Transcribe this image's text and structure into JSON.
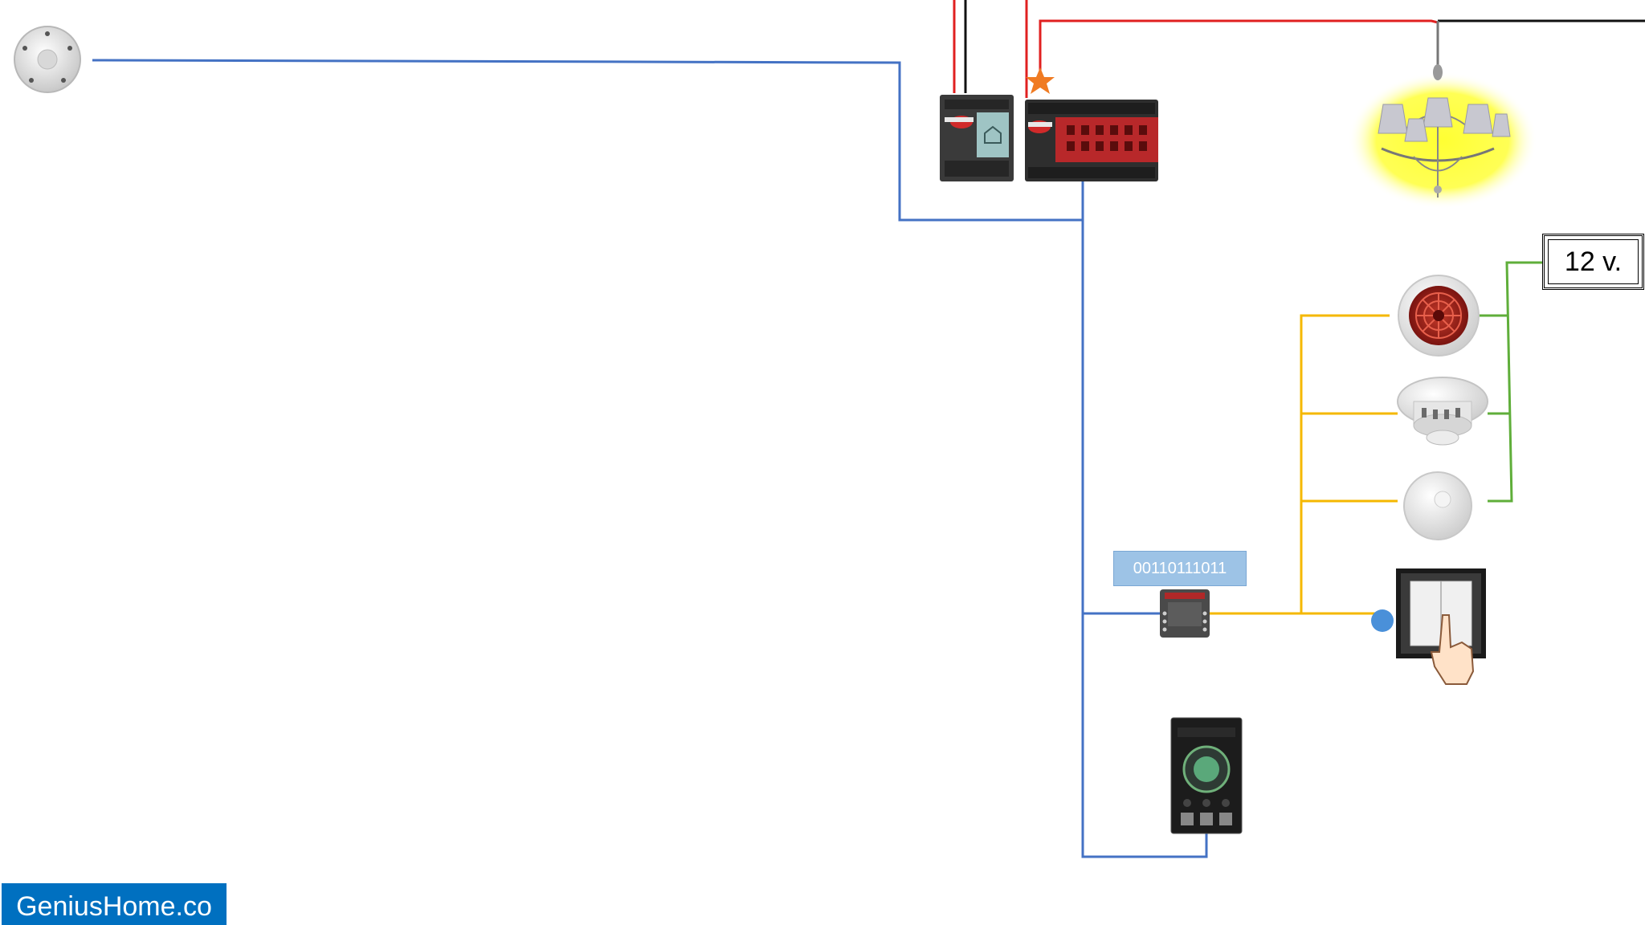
{
  "binary_code_label": "00110111011",
  "power_supply_label": "12 v.",
  "brand_label": "GeniusHome.co",
  "colors": {
    "bus_wire": "#4472c4",
    "power_red": "#e02020",
    "power_black": "#111111",
    "signal_yellow": "#f5b800",
    "supply_green": "#5fae3a",
    "star": "#f07b22",
    "brand_bg": "#0070c0",
    "glow": "#ffff33"
  },
  "icons": [
    "ceiling-motion-sensor-icon",
    "power-supply-module-icon",
    "relay-actuator-module-icon",
    "chandelier-icon",
    "flame-detector-icon",
    "smoke-detector-icon",
    "heat-detector-icon",
    "binary-input-module-icon",
    "light-switch-icon",
    "touch-panel-icon",
    "star-icon"
  ]
}
